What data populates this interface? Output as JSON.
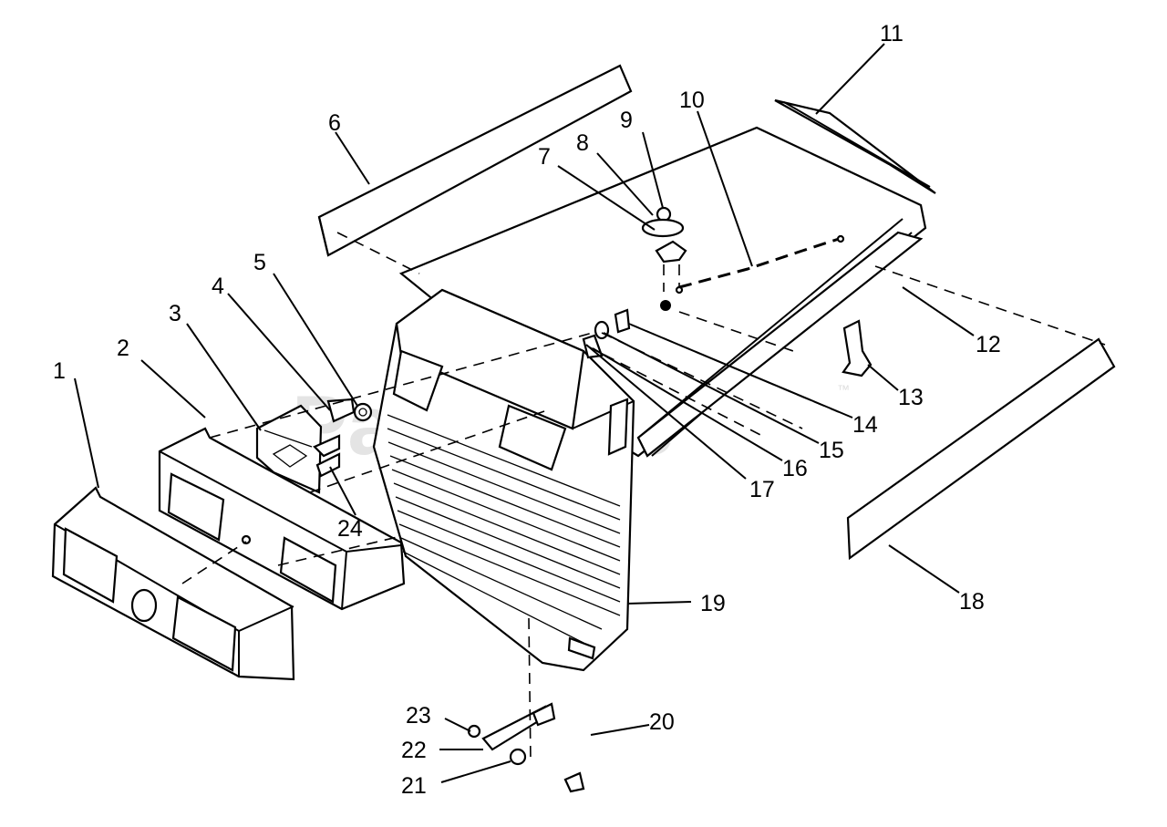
{
  "watermark": {
    "text": "PartsTree",
    "tm": "™"
  },
  "labels": {
    "l1": "1",
    "l2": "2",
    "l3": "3",
    "l4": "4",
    "l5": "5",
    "l6": "6",
    "l7": "7",
    "l8": "8",
    "l9": "9",
    "l10": "10",
    "l11": "11",
    "l12": "12",
    "l13": "13",
    "l14": "14",
    "l15": "15",
    "l16": "16",
    "l17": "17",
    "l18": "18",
    "l19": "19",
    "l20": "20",
    "l21": "21",
    "l22": "22",
    "l23": "23",
    "l24": "24"
  }
}
